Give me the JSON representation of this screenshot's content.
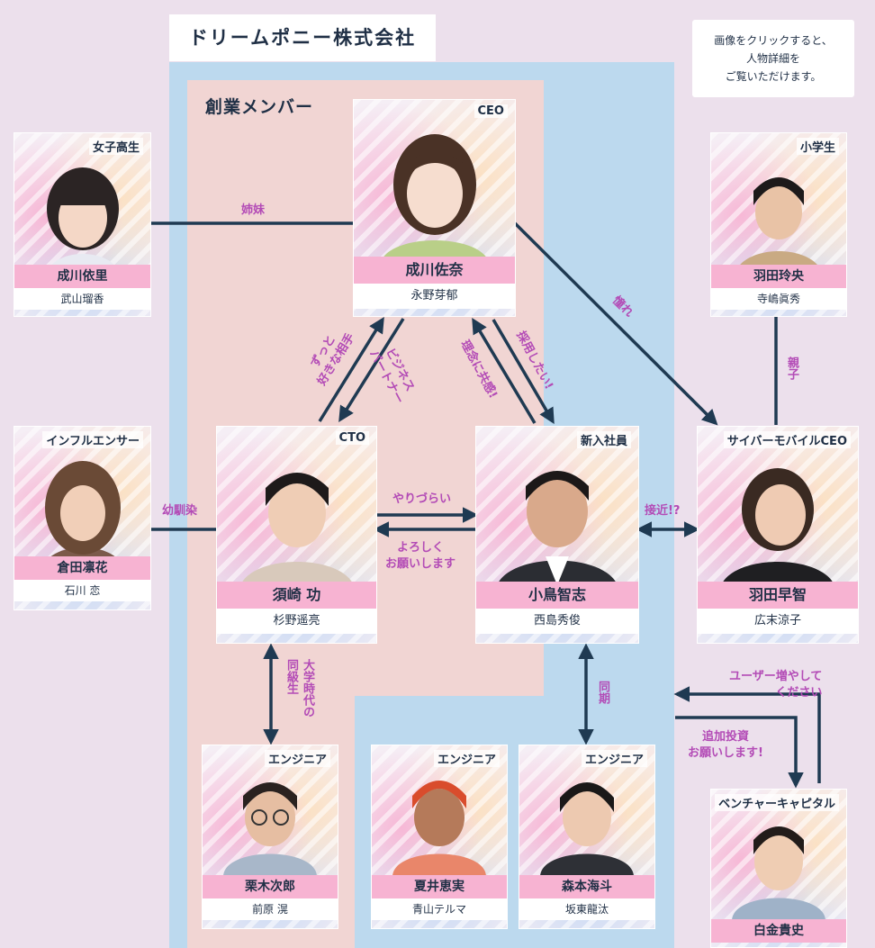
{
  "company": "ドリームポニー株式会社",
  "founders": "創業メンバー",
  "hint": "画像をクリックすると、\n人物詳細を\nご覧いただけます。",
  "colors": {
    "background": "#ece0ec",
    "company": "#bcd9ee",
    "founders": "#f1d5d3",
    "line": "#1f3a52",
    "relation": "#b34bb6",
    "name_bar": "#f7b3d2"
  },
  "people": {
    "yori": {
      "role": "女子高生",
      "name": "成川依里",
      "actor": "武山瑠香"
    },
    "sana": {
      "role": "CEO",
      "name": "成川佐奈",
      "actor": "永野芽郁"
    },
    "reo": {
      "role": "小学生",
      "name": "羽田玲央",
      "actor": "寺嶋眞秀"
    },
    "rinka": {
      "role": "インフルエンサー",
      "name": "倉田凛花",
      "actor": "石川 恋"
    },
    "isao": {
      "role": "CTO",
      "name": "須崎 功",
      "actor": "杉野遥亮"
    },
    "tomoshi": {
      "role": "新入社員",
      "name": "小鳥智志",
      "actor": "西島秀俊"
    },
    "sachi": {
      "role": "サイバーモバイルCEO",
      "name": "羽田早智",
      "actor": "広末涼子"
    },
    "jiro": {
      "role": "エンジニア",
      "name": "栗木次郎",
      "actor": "前原 滉"
    },
    "emi": {
      "role": "エンジニア",
      "name": "夏井恵実",
      "actor": "青山テルマ"
    },
    "kaito": {
      "role": "エンジニア",
      "name": "森本海斗",
      "actor": "坂東龍汰"
    },
    "takashi": {
      "role": "ベンチャーキャピタル",
      "name": "白金貴史"
    }
  },
  "relations": {
    "sisters": "姉妹",
    "admire": "憧れ",
    "parent_child": "親子",
    "always_love": "ずっと\n好きな相手",
    "business_partner": "ビジネス\nパートナー",
    "sympathy": "理念に共感!",
    "want_hire": "採用したい!",
    "childhood": "幼馴染",
    "hard_to_work": "やりづらい",
    "nice_to_meet": "よろしく\nお願いします",
    "approach": "接近!?",
    "classmates": "大学時代の\n同級生",
    "same_year": "同期",
    "more_users": "ユーザー増やして\nください",
    "more_invest": "追加投資\nお願いします!"
  }
}
